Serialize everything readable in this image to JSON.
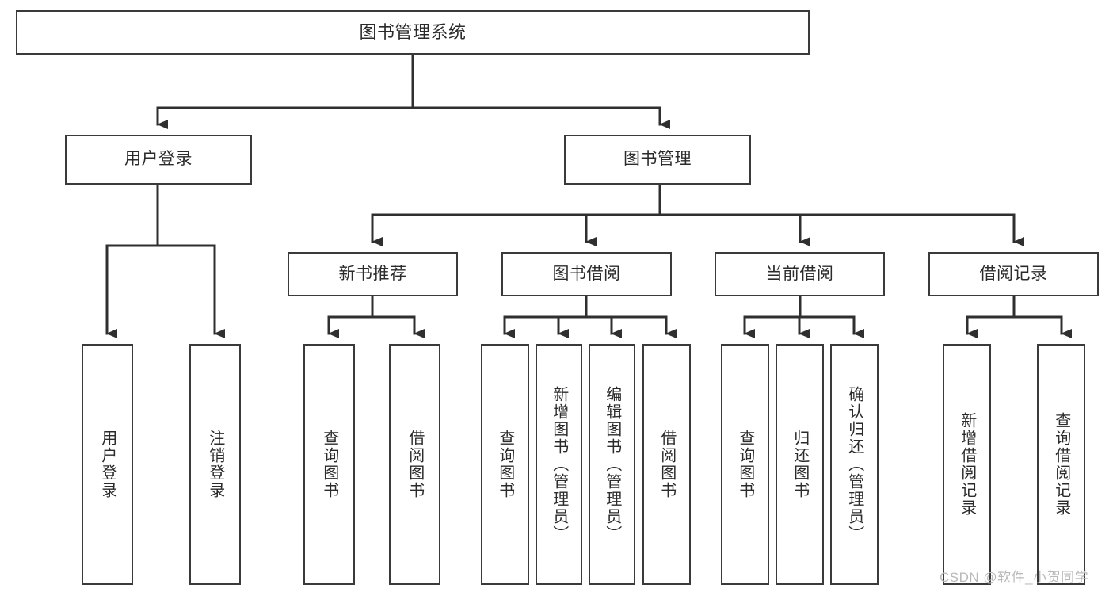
{
  "diagram": {
    "title": "图书管理系统",
    "type": "hierarchy-tree",
    "root": {
      "label": "图书管理系统"
    },
    "level1": [
      {
        "label": "用户登录"
      },
      {
        "label": "图书管理"
      }
    ],
    "level2": [
      {
        "label": "新书推荐"
      },
      {
        "label": "图书借阅"
      },
      {
        "label": "当前借阅"
      },
      {
        "label": "借阅记录"
      }
    ],
    "leaves": {
      "user_login": [
        {
          "label": "用户登录"
        },
        {
          "label": "注销登录"
        }
      ],
      "new_book_recommend": [
        {
          "label": "查询图书"
        },
        {
          "label": "借阅图书"
        }
      ],
      "book_borrow": [
        {
          "label": "查询图书"
        },
        {
          "label": "新增图书（管理员）"
        },
        {
          "label": "编辑图书（管理员）"
        },
        {
          "label": "借阅图书"
        }
      ],
      "current_borrow": [
        {
          "label": "查询图书"
        },
        {
          "label": "归还图书"
        },
        {
          "label": "确认归还（管理员）"
        }
      ],
      "borrow_record": [
        {
          "label": "新增借阅记录"
        },
        {
          "label": "查询借阅记录"
        }
      ]
    }
  },
  "watermark": {
    "text": "CSDN @软件_小贺同学"
  },
  "colors": {
    "box_border": "#3a3a3a",
    "box_fill": "#ffffff",
    "connector": "#2f2f2f",
    "text": "#2b2b2b",
    "watermark": "#b9b9b9"
  }
}
